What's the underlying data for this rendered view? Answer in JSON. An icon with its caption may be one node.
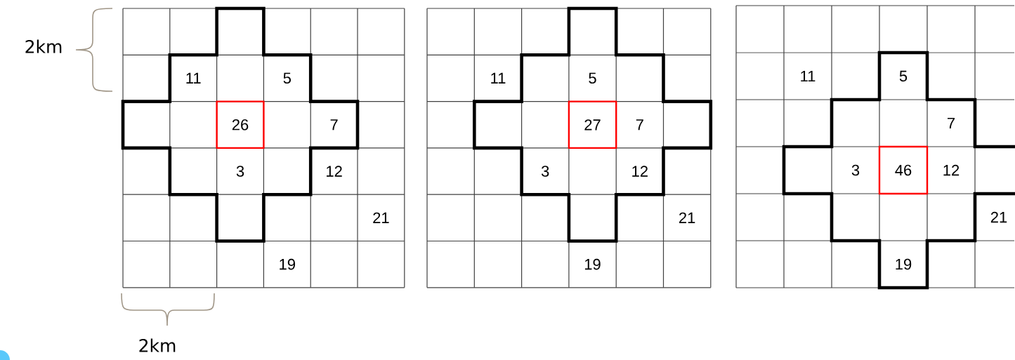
{
  "diagram": {
    "labels": [
      "2km",
      "11",
      "5",
      "26",
      "7",
      "3",
      "12",
      "21",
      "19",
      "11",
      "5",
      "27",
      "7",
      "3",
      "12",
      "21",
      "19",
      "11",
      "5",
      "7",
      "3",
      "46",
      "12",
      "21",
      "19",
      "2km"
    ]
  }
}
